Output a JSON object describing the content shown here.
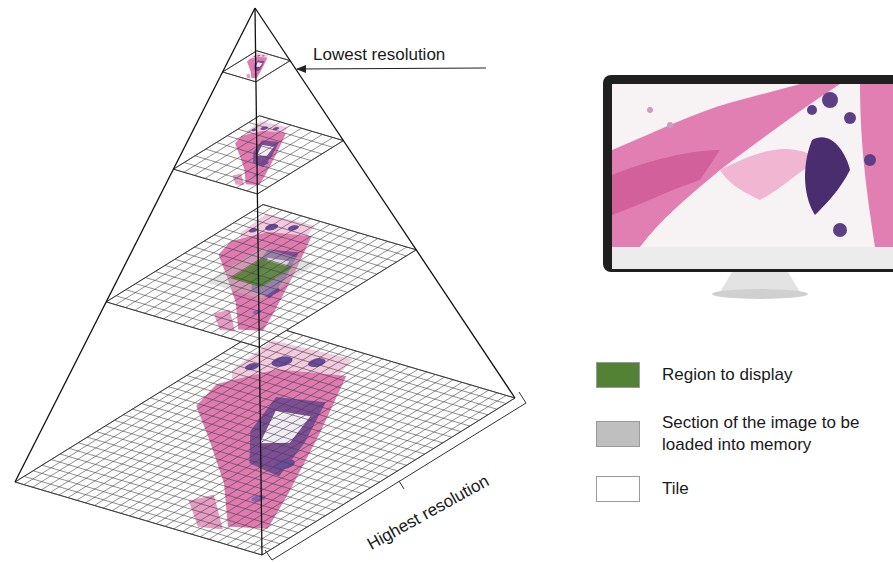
{
  "diagram": {
    "labels": [
      "Lowest resolution",
      "Highest resolution"
    ],
    "legend": [
      {
        "text": "Region to display",
        "color": "#548235"
      },
      {
        "text": "Section of the image to be loaded into memory",
        "color": "#bfbfbf"
      },
      {
        "text": "Tile",
        "color": "#ffffff"
      }
    ]
  }
}
